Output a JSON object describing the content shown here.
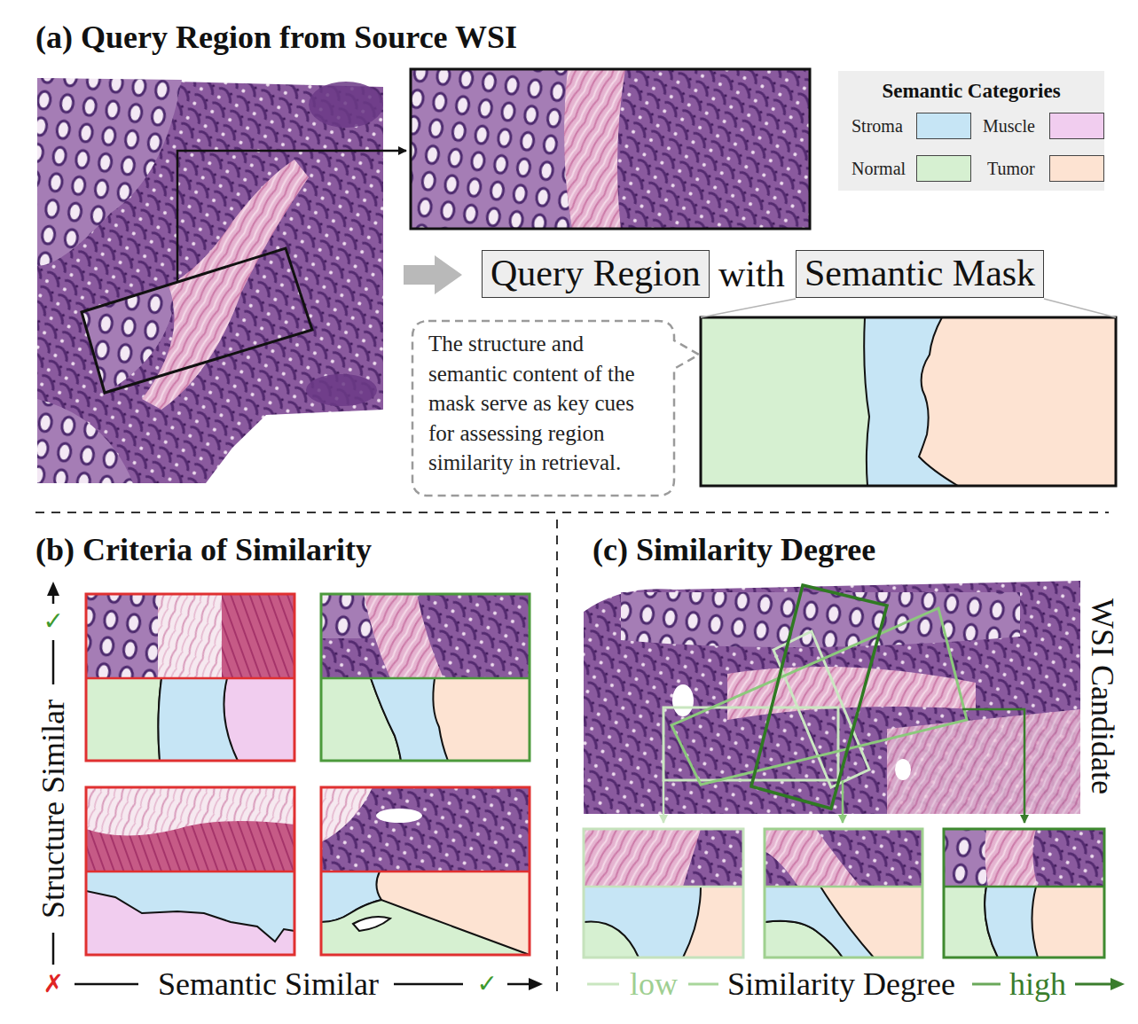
{
  "diagram": {
    "nodes": [
      {
        "text": [
          "Semantic Categories"
        ]
      },
      {
        "text": [
          "Query Region"
        ]
      },
      {
        "text": [
          "Semantic Mask"
        ]
      },
      {
        "text": [
          "The structure and semantic content of the mask serve as key cues for assessing region similarity in retrieval."
        ]
      }
    ],
    "labels": [
      "(a) Query Region from Source WSI",
      "with",
      "(b) Criteria of Similarity",
      "✓",
      "Structure Similar",
      "✗",
      "Semantic Similar",
      "✓",
      "(c) Similarity Degree",
      "WSI Candidate",
      "low",
      "Similarity Degree",
      "high"
    ],
    "legend": [
      {
        "text": "Stroma",
        "color": "#c6e5f5"
      },
      {
        "text": "Muscle",
        "color": "#f1cdef"
      },
      {
        "text": "Normal",
        "color": "#d6f0d1"
      },
      {
        "text": "Tumor",
        "color": "#fde3d2"
      }
    ]
  }
}
